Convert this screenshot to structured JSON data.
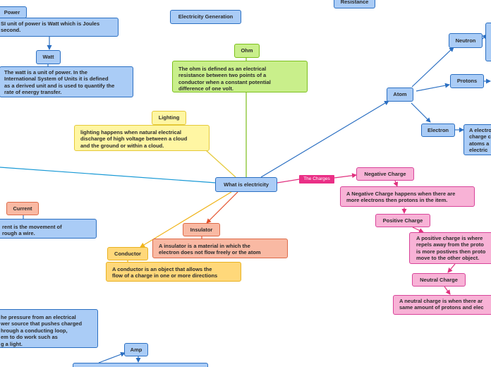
{
  "nodes": {
    "power": "Power",
    "power_text": "SI unit of power is Watt which is Joules\nsecond.",
    "watt": "Watt",
    "watt_text": "The watt is a unit of power. In the\nInternational System of Units it is defined\nas a derived unit and is used to quantify the\nrate of energy transfer.",
    "electricity_generation": "Electricity Generation",
    "resistance": "Resistance",
    "ohm": "Ohm",
    "ohm_text": "The ohm is defined as an electrical\nresistance between two points of a\nconductor when a constant potential\ndifference of one volt.",
    "lighting": "Lighting",
    "lighting_text": "lighting happens when natural electrical\ndischarge of high voltage between a cloud\nand the ground or within a cloud.",
    "central": "What is electricity",
    "the_charges": "The Charges",
    "atom": "Atom",
    "neutron": "Neutron",
    "protons": "Protons",
    "electron": "Electron",
    "electron_text": "A electro\ncharge c\natoms a\nelectric",
    "negative_charge": "Negative Charge",
    "negative_text": "A Negative Charge happens when there are\nmore electrons then protons in the item.",
    "positive_charge": "Positive Charge",
    "positive_text": "A positive charge is where\nrepels away from the proto\nis more postives then proto\nmove to the other object.",
    "neutral_charge": "Neutral Charge",
    "neutral_text": "A neutral charge is when there ar\nsame amount of protons and elec",
    "current": "Current",
    "current_text": "rent is the movement of\nrough a wire.",
    "insulator": "Insulator",
    "insulator_text": "A insulator is a material in which the\nelectron does not flow freely or the atom",
    "conductor": "Conductor",
    "conductor_text": "A conductor is an object that allows the\nflow of a charge in one or more directions",
    "voltage_text": "he pressure from an electrical\nwer source that pushes charged\nhrough a conducting loop,\nem to do work such as\ng a light.",
    "amp": "Amp"
  },
  "colors": {
    "blue": "#2b6fc2",
    "cyan": "#1a9ad6",
    "green": "#7cbf1c",
    "yellow": "#e5c93a",
    "orange": "#f0b41a",
    "red_orange": "#e4502a",
    "pink": "#e0317f"
  }
}
